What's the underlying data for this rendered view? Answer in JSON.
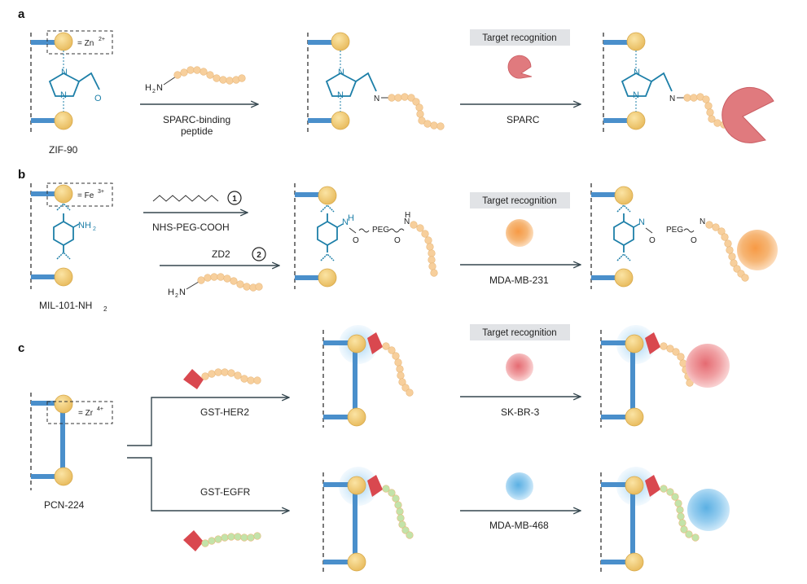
{
  "panels": [
    {
      "letter": "a",
      "metal_label": "= Zn",
      "metal_sup": "2+",
      "mof_name": "ZIF-90",
      "reagent_group": "H",
      "reagent_sub": "2",
      "reagent_n": "N",
      "step1_line1": "SPARC-binding",
      "step1_line2": "peptide",
      "recognition": "Target recognition",
      "target": "SPARC",
      "linker_n": "N",
      "linker_o": "O"
    },
    {
      "letter": "b",
      "metal_label": "= Fe",
      "metal_sup": "3+",
      "mof_name": "MIL-101-NH",
      "mof_sub": "2",
      "step1": "NHS-PEG-COOH",
      "step1_num": "1",
      "step2": "ZD2",
      "step2_num": "2",
      "reagent_group": "H",
      "reagent_sub": "2",
      "reagent_n": "N",
      "recognition": "Target recognition",
      "target": "MDA-MB-231",
      "nh2": "NH",
      "nh2_sub": "2",
      "peg": "PEG",
      "o": "O",
      "nh": "N",
      "h": "H"
    },
    {
      "letter": "c",
      "metal_label": "= Zr",
      "metal_sup": "4+",
      "mof_name": "PCN-224",
      "reagent_top": "GST-HER2",
      "reagent_bottom": "GST-EGFR",
      "recognition": "Target recognition",
      "target_top": "SK-BR-3",
      "target_bottom": "MDA-MB-468"
    }
  ],
  "colors": {
    "node": "#f0c96a",
    "rod": "#4a8fcb",
    "chem": "#1d7fa8",
    "peptide_orange": "#f7cf9c",
    "peptide_green": "#c3e3a9",
    "sparc": "#e07a7e",
    "gst": "#d9484f",
    "cell_orange": "#f5a45e",
    "cell_pink": "#ef8e92",
    "cell_blue": "#7ec2ea",
    "badge": "#e1e3e6"
  }
}
